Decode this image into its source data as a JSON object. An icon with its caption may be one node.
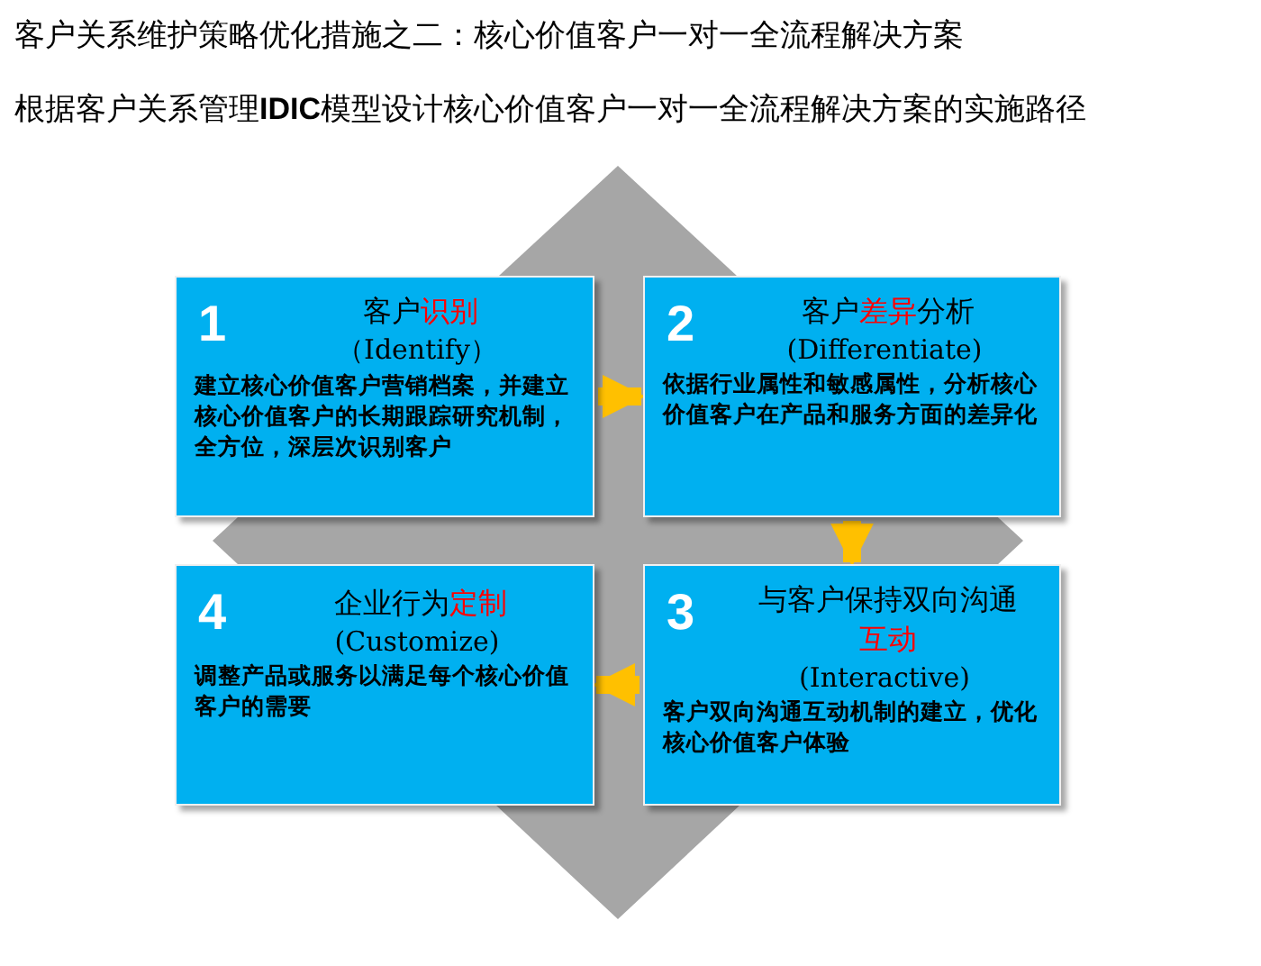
{
  "diagram": {
    "title": "客户关系维护策略优化措施之二：核心价值客户一对一全流程解决方案",
    "nodes": [
      {
        "text": [
          "1",
          "客户**识别**",
          "（Identify）",
          "建立核心价值客户营销档案，并建立核心价值客户的长期跟踪研究机制，全方位，深层次识别客户"
        ]
      },
      {
        "text": [
          "2",
          "客户**差异**分析",
          "(Differentiate)",
          "依据行业属性和敏感属性，分析核心价值客户在产品和服务方面的差异化"
        ]
      },
      {
        "text": [
          "3",
          "与客户保持双向沟通**互动**",
          "(Interactive)",
          "客户双向沟通互动机制的建立，优化核心价值客户体验"
        ]
      },
      {
        "text": [
          "4",
          "企业行为**定制**",
          "(Customize)",
          "调整产品或服务以满足每个核心价值客户的需要"
        ]
      }
    ],
    "edges": [
      {
        "from": 0,
        "to": 1,
        "arrow": "to"
      },
      {
        "from": 1,
        "to": 2,
        "arrow": "to"
      },
      {
        "from": 2,
        "to": 3,
        "arrow": "to"
      }
    ],
    "labels": [
      "根据客户关系管理**IDIC**模型设计核心价值客户一对一全流程解决方案的实施路径"
    ]
  }
}
